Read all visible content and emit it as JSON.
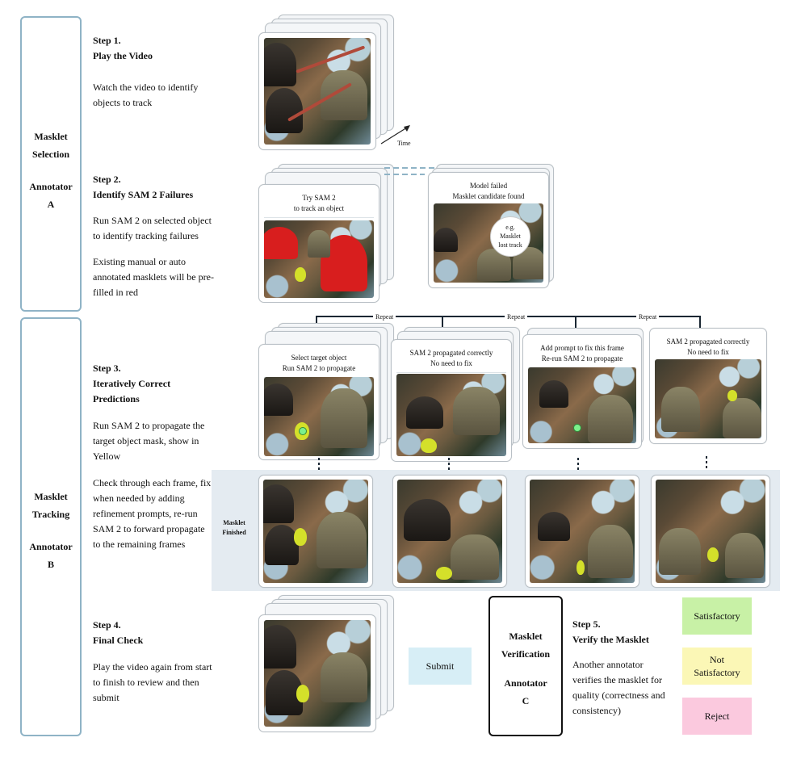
{
  "roles": {
    "a": {
      "line1": "Masklet",
      "line2": "Selection",
      "line3": "Annotator",
      "line4": "A"
    },
    "b": {
      "line1": "Masklet",
      "line2": "Tracking",
      "line3": "Annotator",
      "line4": "B"
    },
    "c": {
      "line1": "Masklet",
      "line2": "Verification",
      "line3": "Annotator",
      "line4": "C"
    }
  },
  "steps": {
    "s1": {
      "num": "Step 1.",
      "title": "Play the Video",
      "body": [
        "Watch the video to identify",
        "objects to track"
      ]
    },
    "s2": {
      "num": "Step 2.",
      "title": "Identify SAM 2 Failures",
      "body": [
        "Run SAM 2 on selected object",
        "to identify tracking failures"
      ],
      "body2": [
        "Existing manual or auto",
        "annotated masklets will be pre-",
        "filled in red"
      ]
    },
    "s3": {
      "num": "Step 3.",
      "title1": "Iteratively Correct",
      "title2": "Predictions",
      "body": [
        "Run SAM 2 to propagate the",
        "target object mask, show in",
        "Yellow"
      ],
      "body2": [
        "Check through each frame, fix",
        "when needed by adding",
        "refinement prompts, re-run",
        "SAM 2 to forward propagate",
        "to the remaining frames"
      ]
    },
    "s4": {
      "num": "Step 4.",
      "title": "Final Check",
      "body": [
        "Play the video again from start",
        "to finish to review and then",
        "submit"
      ]
    },
    "s5": {
      "num": "Step 5.",
      "title": "Verify the Masklet",
      "body": [
        "Another annotator",
        "verifies the masklet for",
        "quality (correctness and",
        "consistency)"
      ]
    }
  },
  "labels": {
    "time": "Time",
    "try_sam": [
      "Try SAM 2",
      "to track an object"
    ],
    "model_failed": [
      "Model failed",
      "Masklet candidate found"
    ],
    "eg_bubble": [
      "e.g.",
      "Masklet",
      "lost track"
    ],
    "repeat": "Repeat",
    "c1": [
      "Select target object",
      "Run SAM 2 to propagate"
    ],
    "c2": [
      "SAM 2 propagated correctly",
      "No need to fix"
    ],
    "c3": [
      "Add prompt to fix this frame",
      "Re-run SAM 2 to propagate"
    ],
    "c4": [
      "SAM 2 propagated correctly",
      "No need to fix"
    ],
    "masklet_finished": [
      "Masklet",
      "Finished"
    ],
    "submit": "Submit"
  },
  "results": {
    "satisfactory": "Satisfactory",
    "not_satisfactory": [
      "Not",
      "Satisfactory"
    ],
    "reject": "Reject"
  },
  "colors": {
    "role_border": "#8fb3c6",
    "finished_band": "#e4ebf1",
    "submit_bg": "#d7eef6",
    "satisfactory_bg": "#c8f1a6",
    "not_satisfactory_bg": "#fbf7b6",
    "reject_bg": "#fbc9de",
    "mask_yellow": "#d4e02a",
    "mask_red": "#d81e1e"
  }
}
